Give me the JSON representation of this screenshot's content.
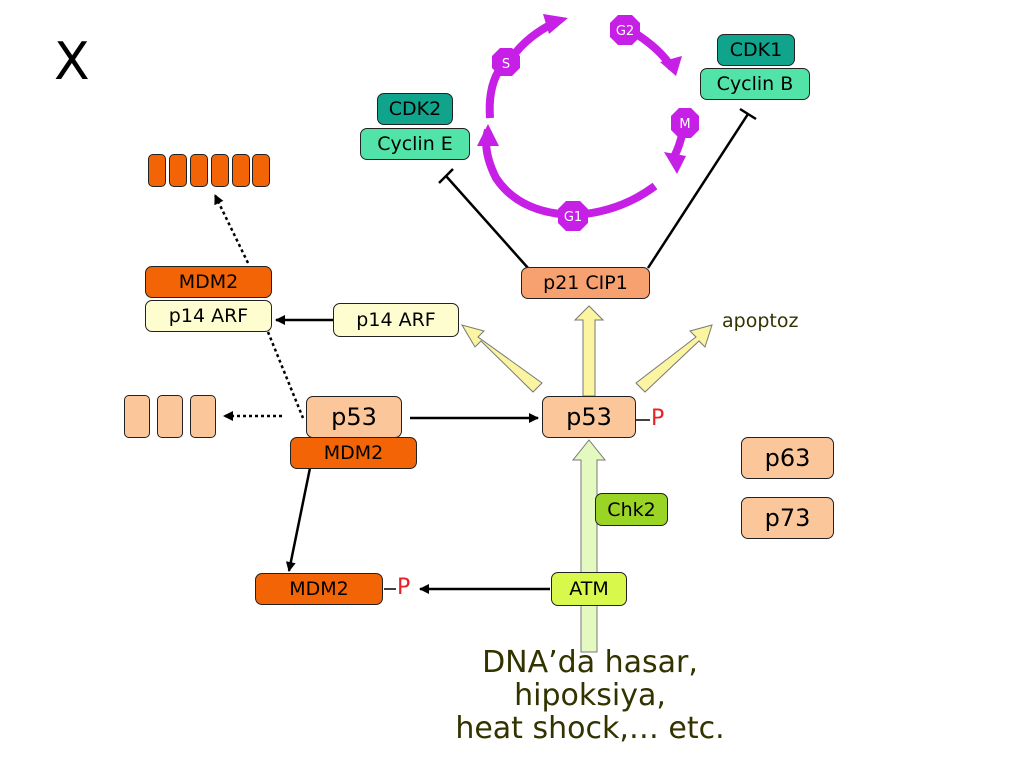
{
  "title_mark": "X",
  "cycle": {
    "s": "S",
    "g2": "G2",
    "m": "M",
    "g1": "G1"
  },
  "complexes": {
    "cdk2": "CDK2",
    "cyclin_e": "Cyclin E",
    "cdk1": "CDK1",
    "cyclin_b": "Cyclin B"
  },
  "nodes": {
    "p21": "p21 CIP1",
    "apoptoz": "apoptoz",
    "p14_arf_complex": "p14 ARF",
    "p14_arf": "p14 ARF",
    "mdm2_top": "MDM2",
    "p53_left": "p53",
    "mdm2_mid": "MDM2",
    "p53_center": "p53",
    "p53_phos": "P",
    "p63": "p63",
    "p73": "p73",
    "chk2": "Chk2",
    "atm": "ATM",
    "mdm2_bottom": "MDM2",
    "mdm2_phos": "P"
  },
  "damage": {
    "line1": "DNA’da hasar,",
    "line2": "hipoksiya,",
    "line3": "heat shock,… etc."
  },
  "colors": {
    "cycle": "#c61fe6",
    "mdm2": "#f26405",
    "p53": "#fbc79a",
    "p21": "#f7a070",
    "p14_arf": "#fefdd0",
    "cdk": "#11a48c",
    "cyclin": "#52e3a9",
    "chk2": "#9ad424",
    "atm": "#d9f84c",
    "phosphate": "#e8202a"
  }
}
